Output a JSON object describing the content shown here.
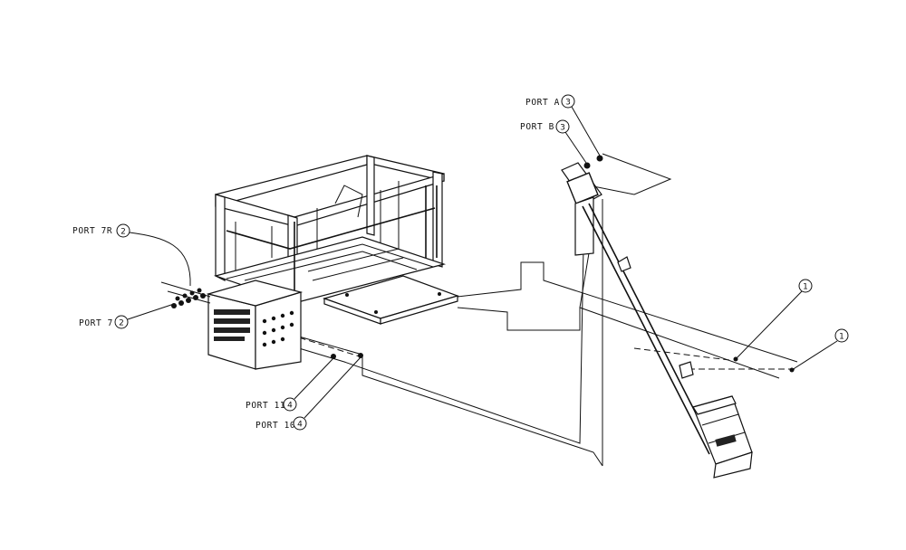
{
  "callouts": [
    {
      "port": "PORT A",
      "ref": "3"
    },
    {
      "port": "PORT B",
      "ref": "3"
    },
    {
      "port": "PORT 7R",
      "ref": "2"
    },
    {
      "port": "PORT 7",
      "ref": "2"
    },
    {
      "port": "PORT 11",
      "ref": "4"
    },
    {
      "port": "PORT 10",
      "ref": "4"
    }
  ],
  "item_balloons": [
    "1",
    "1"
  ],
  "colors": {
    "ink": "#111111",
    "paper": "#ffffff"
  }
}
